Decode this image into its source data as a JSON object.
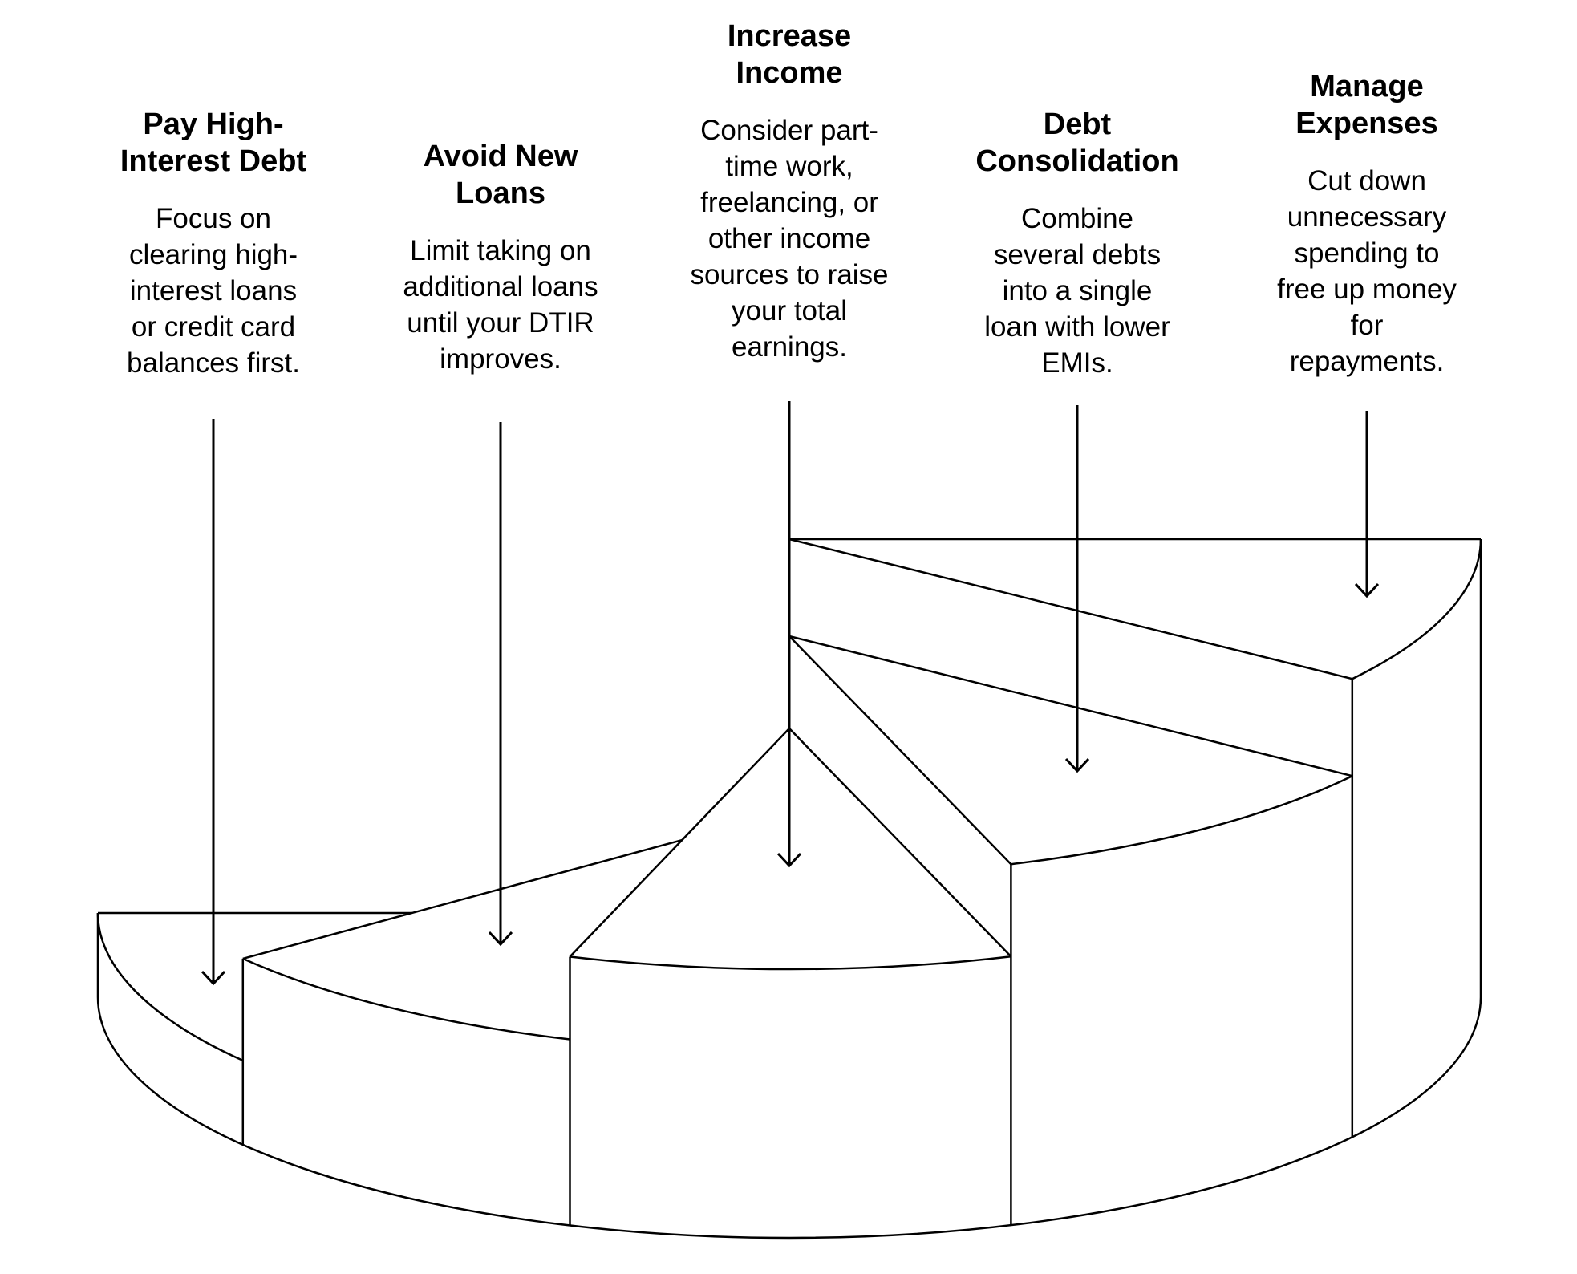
{
  "canvas": {
    "background": "#ffffff",
    "line_color": "#000000",
    "text_color": "#000000"
  },
  "diagram": {
    "type": "stepped-3d-pie-process",
    "style": "black outline line art on white, no fill",
    "wedge_count": 5,
    "wedge_heights": "ascending from left (shortest) to right (tallest)",
    "connector": "straight down arrows from each text block into its wedge top face"
  },
  "steps": [
    {
      "index": 1,
      "title": "Pay High-\nInterest Debt",
      "description": "Focus on\nclearing high-\ninterest loans\nor credit card\nbalances first.",
      "wedge_height_rank": 1
    },
    {
      "index": 2,
      "title": "Avoid New\nLoans",
      "description": "Limit taking on\nadditional loans\nuntil your DTIR\nimproves.",
      "wedge_height_rank": 2
    },
    {
      "index": 3,
      "title": "Increase\nIncome",
      "description": "Consider part-\ntime work,\nfreelancing, or\nother income\nsources to raise\nyour total\nearnings.",
      "wedge_height_rank": 3
    },
    {
      "index": 4,
      "title": "Debt\nConsolidation",
      "description": "Combine\nseveral debts\ninto a single\nloan with lower\nEMIs.",
      "wedge_height_rank": 4
    },
    {
      "index": 5,
      "title": "Manage\nExpenses",
      "description": "Cut down\nunnecessary\nspending to\nfree up money\nfor\nrepayments.",
      "wedge_height_rank": 5
    }
  ]
}
